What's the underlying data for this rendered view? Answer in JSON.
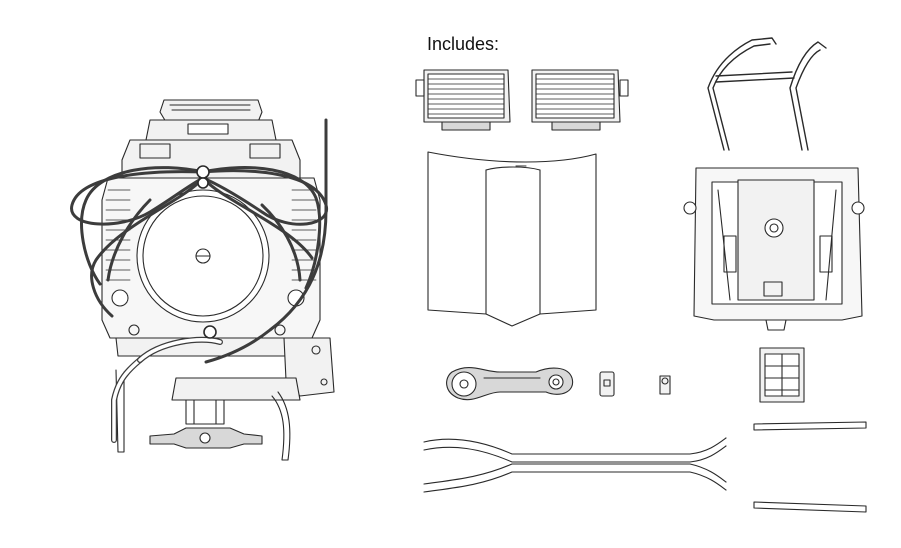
{
  "diagram": {
    "includes_label": "Includes:",
    "colors": {
      "line": "#2a2a2a",
      "hose": "#3c3c3c",
      "fill_light": "#f2f2f2",
      "fill_mid": "#d8d8d8"
    },
    "parts": [
      "engine-assembly",
      "radiator-left",
      "radiator-right",
      "roll-hoop",
      "hood-panel",
      "engine-cradle-frame",
      "linkage-arm",
      "small-bracket",
      "small-clip",
      "terminal-box",
      "long-rail-upper",
      "long-rail-lower",
      "short-rail-upper",
      "short-rail-lower"
    ]
  }
}
